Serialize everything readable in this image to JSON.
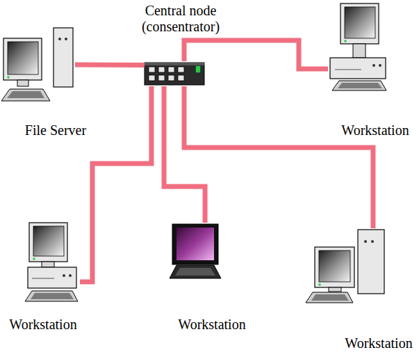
{
  "diagram": {
    "nodes": [
      {
        "text": [
          "Central node (consentrator)"
        ]
      },
      {
        "text": [
          "File Server"
        ]
      },
      {
        "text": [
          "Workstation"
        ]
      },
      {
        "text": [
          "Workstation"
        ]
      },
      {
        "text": [
          "Workstation"
        ]
      },
      {
        "text": [
          "Workstation"
        ]
      }
    ],
    "edges": [
      {
        "from": 0,
        "to": 1,
        "arrow": "none"
      },
      {
        "from": 0,
        "to": 2,
        "arrow": "none"
      },
      {
        "from": 0,
        "to": 3,
        "arrow": "none"
      },
      {
        "from": 0,
        "to": 4,
        "arrow": "none"
      },
      {
        "from": 0,
        "to": 5,
        "arrow": "none"
      }
    ]
  }
}
